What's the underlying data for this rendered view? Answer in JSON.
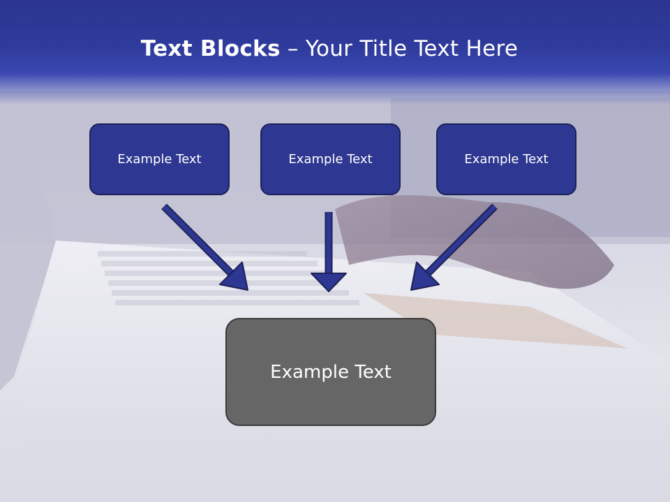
{
  "title": {
    "bold": "Text Blocks",
    "dash": " – ",
    "rest": "Your Title Text Here"
  },
  "blocks": [
    {
      "label": "Example Text"
    },
    {
      "label": "Example Text"
    },
    {
      "label": "Example Text"
    }
  ],
  "target": {
    "label": "Example Text"
  },
  "colors": {
    "header": "#2f3b9c",
    "block": "#2e3791",
    "target": "#666666",
    "arrow": "#2e3791"
  },
  "icons": [
    "arrow-down-right-icon",
    "arrow-down-icon",
    "arrow-down-left-icon"
  ]
}
